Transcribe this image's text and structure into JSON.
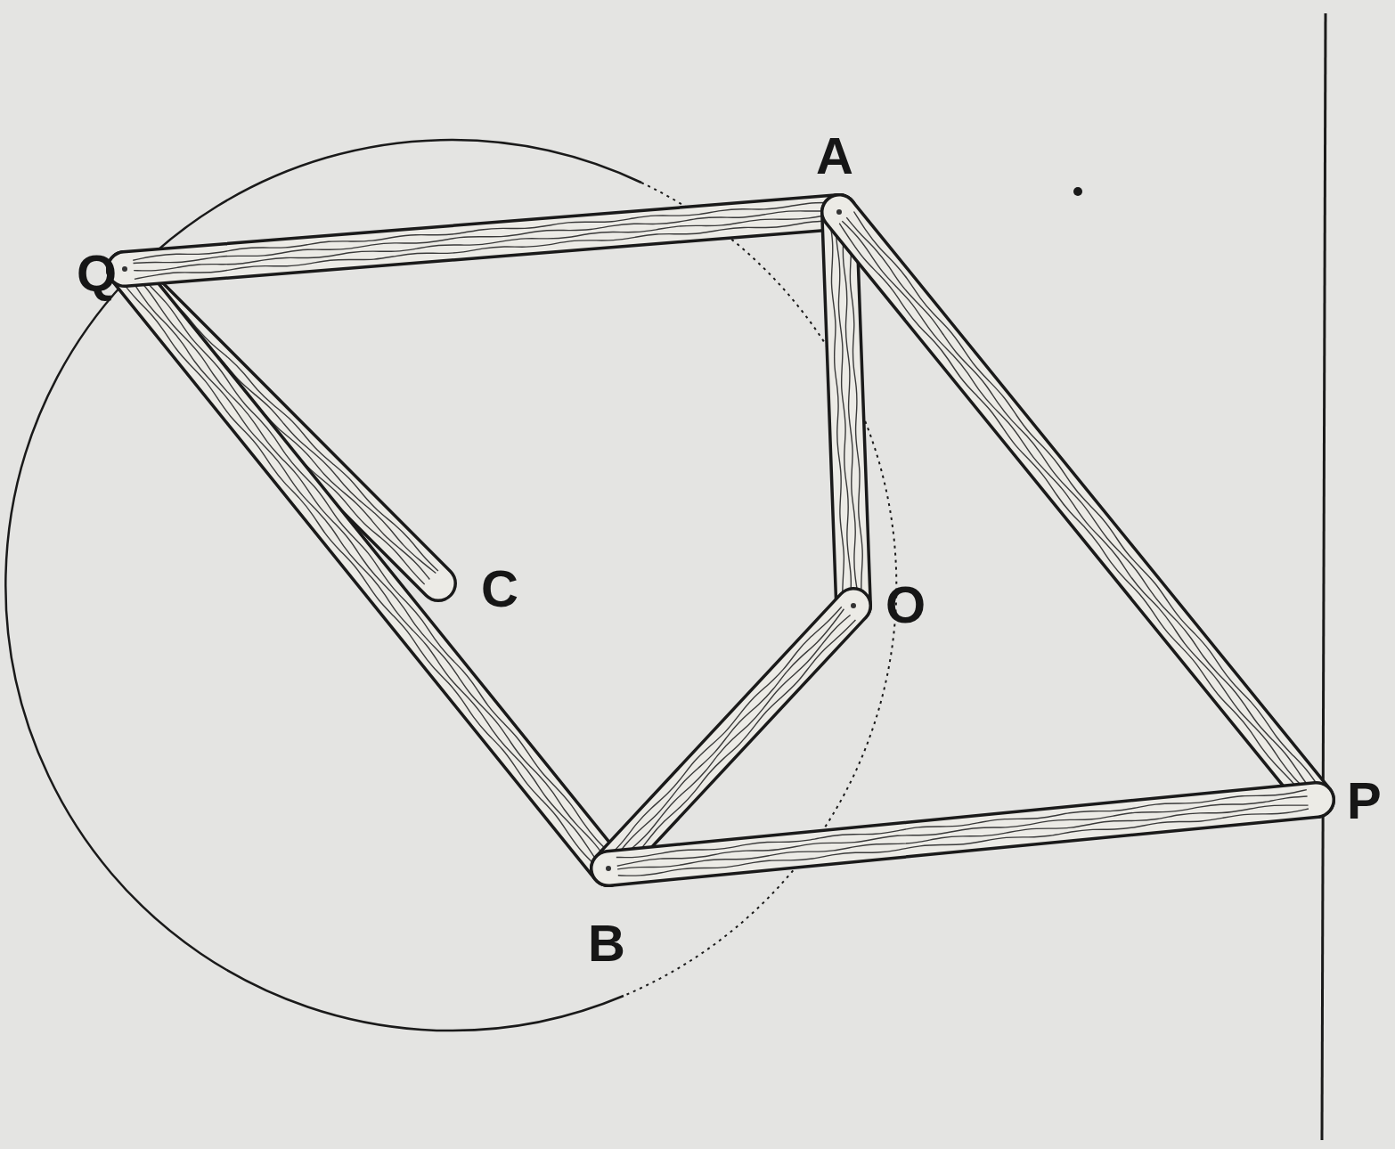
{
  "diagram": {
    "labels": [
      "Q",
      "A",
      "C",
      "O",
      "B",
      "P"
    ]
  }
}
